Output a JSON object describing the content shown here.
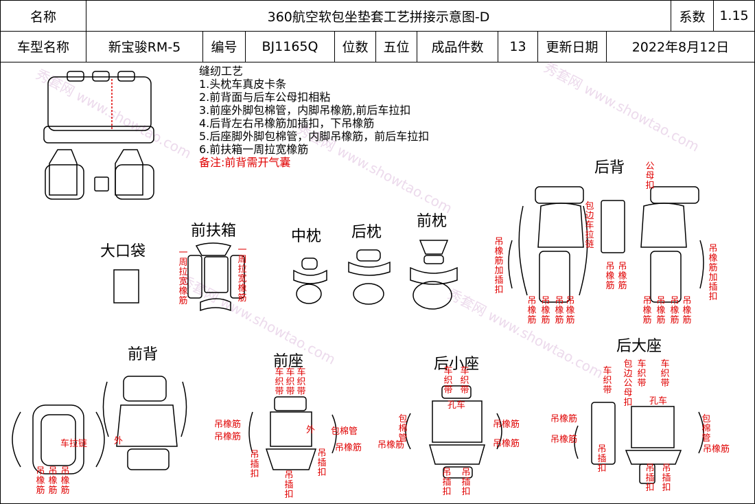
{
  "header": {
    "name_label": "名称",
    "name_value": "360航空软包坐垫套工艺拼接示意图-D",
    "coef_label": "系数",
    "coef_value": "1.15",
    "model_label": "车型名称",
    "model_value": "新宝骏RM-5",
    "code_label": "编号",
    "code_value": "BJ1165Q",
    "seats_label": "位数",
    "seats_value": "五位",
    "pieces_label": "成品件数",
    "pieces_value": "13",
    "date_label": "更新日期",
    "date_value": "2022年8月12日"
  },
  "notes": {
    "title": "缝纫工艺",
    "items": [
      "1.头枕车真皮卡条",
      "2.前背面与后车公母扣相粘",
      "3.前座外脚包棉管，内脚吊橡筋,前后车拉扣",
      "4.后背左右吊橡筋加插扣，下吊橡筋",
      "5.后座脚外脚包棉管，内脚吊橡筋，前后车拉扣",
      "6.前扶箱一周拉宽橡筋"
    ],
    "remark": "备注:前背需开气囊"
  },
  "sections": {
    "rear_back": "后背",
    "front_armrest": "前扶箱",
    "mid_pillow": "中枕",
    "rear_pillow": "后枕",
    "front_pillow": "前枕",
    "big_pocket": "大口袋",
    "front_back": "前背",
    "front_seat": "前座",
    "rear_small_seat": "后小座",
    "rear_big_seat": "后大座"
  },
  "annotations": {
    "zip_male_female": "公母扣",
    "wrap_zip": "包边车拉链",
    "elastic_hang_clip": "吊橡筋加插扣",
    "hang_elastic": "吊橡筋",
    "wide_elastic": "一周拉宽橡筋",
    "zipper": "车拉链",
    "outer": "外",
    "wrap_cotton": "包棉管",
    "hang_clip": "吊插扣",
    "weave_strap": "车织带",
    "wrap_hang": "包边公母扣",
    "hole_car": "孔车",
    "watermark": "秀套网 www.showtao.com"
  }
}
